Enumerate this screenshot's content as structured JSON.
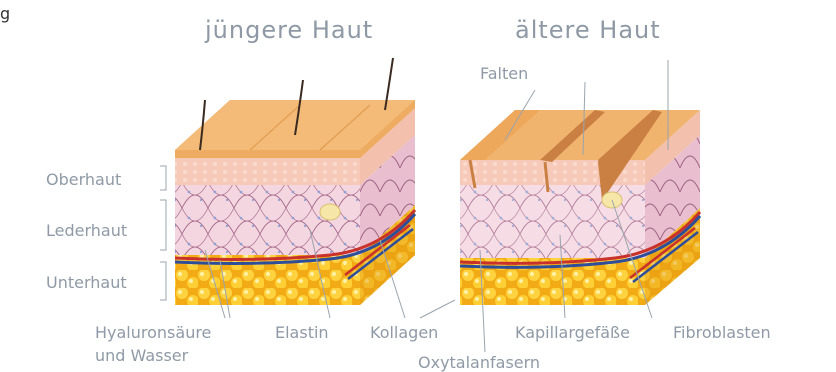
{
  "corner_text": "g",
  "titles": {
    "young": "jüngere Haut",
    "old": "ältere Haut"
  },
  "layers": {
    "top": "Oberhaut",
    "middle": "Lederhaut",
    "bottom": "Unterhaut"
  },
  "labels": {
    "falten": "Falten",
    "hyaluron_line1": "Hyaluronsäure",
    "hyaluron_line2": "und Wasser",
    "elastin": "Elastin",
    "kollagen": "Kollagen",
    "oxytalan": "Oxytalanfasern",
    "kapillar": "Kapillargefäße",
    "fibroblasten": "Fibroblasten"
  },
  "colors": {
    "epidermis_top": "#f0b06c",
    "epidermis_side": "#e39a52",
    "dermis": "#f3d3dd",
    "subcutis": "#f3b21c",
    "fat_cell": "#ffd448",
    "label_gray": "#8f9aa6",
    "artery_red": "#c8322a",
    "vein_blue": "#2f4e9a"
  }
}
